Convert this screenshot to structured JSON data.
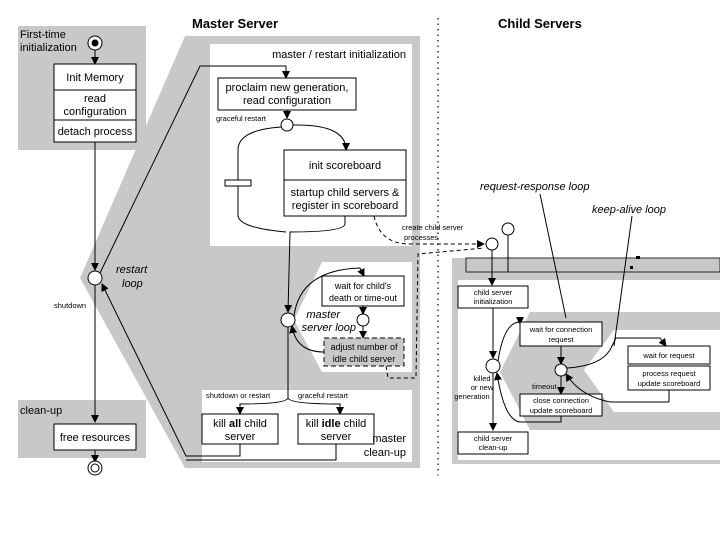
{
  "headers": {
    "master": "Master Server",
    "child": "Child Servers"
  },
  "first_time": {
    "line1": "First-time",
    "line2": "initialization"
  },
  "init_memory": "Init Memory",
  "read_config": {
    "line1": "read",
    "line2": "configuration"
  },
  "detach": "detach process",
  "restart_loop": {
    "line1": "restart",
    "line2": "loop"
  },
  "shutdown": "shutdown",
  "cleanup": "clean-up",
  "free_resources": "free resources",
  "master_restart_init": "master / restart initialization",
  "proclaim": {
    "line1": "proclaim new generation,",
    "line2": "read configuration"
  },
  "graceful_restart": "graceful restart",
  "init_scoreboard": "init scoreboard",
  "startup": {
    "line1": "startup child servers &",
    "line2": "register in scoreboard"
  },
  "create_child": {
    "line1": "create child server",
    "line2": "processes"
  },
  "wait_child": {
    "line1": "wait for child's",
    "line2": "death or time-out"
  },
  "master_loop": {
    "line1": "master",
    "line2": "server loop"
  },
  "adjust": {
    "line1": "adjust number of",
    "line2": "idle child server"
  },
  "shutdown_or_restart": "shutdown or restart",
  "graceful_restart2": "graceful restart",
  "kill_all": {
    "pre": "kill ",
    "bold": "all",
    "post": " child",
    "line2": "server"
  },
  "kill_idle": {
    "pre": "kill ",
    "bold": "idle",
    "post": " child",
    "line2": "server"
  },
  "master_cleanup": {
    "line1": "master",
    "line2": "clean-up"
  },
  "rr_loop": "request-response loop",
  "ka_loop": "keep-alive loop",
  "child_init": {
    "line1": "child server",
    "line2": "initialization"
  },
  "wait_conn": {
    "line1": "wait for connection",
    "line2": "request"
  },
  "killed": {
    "line1": "killed",
    "line2": "or new",
    "line3": "generation"
  },
  "timeout": "timeout",
  "close_conn": {
    "line1": "close connection",
    "line2": "update scoreboard"
  },
  "wait_req": "wait for request",
  "process_req": {
    "line1": "process request",
    "line2": "update scoreboard"
  },
  "child_cleanup": {
    "line1": "child server",
    "line2": "clean-up"
  }
}
